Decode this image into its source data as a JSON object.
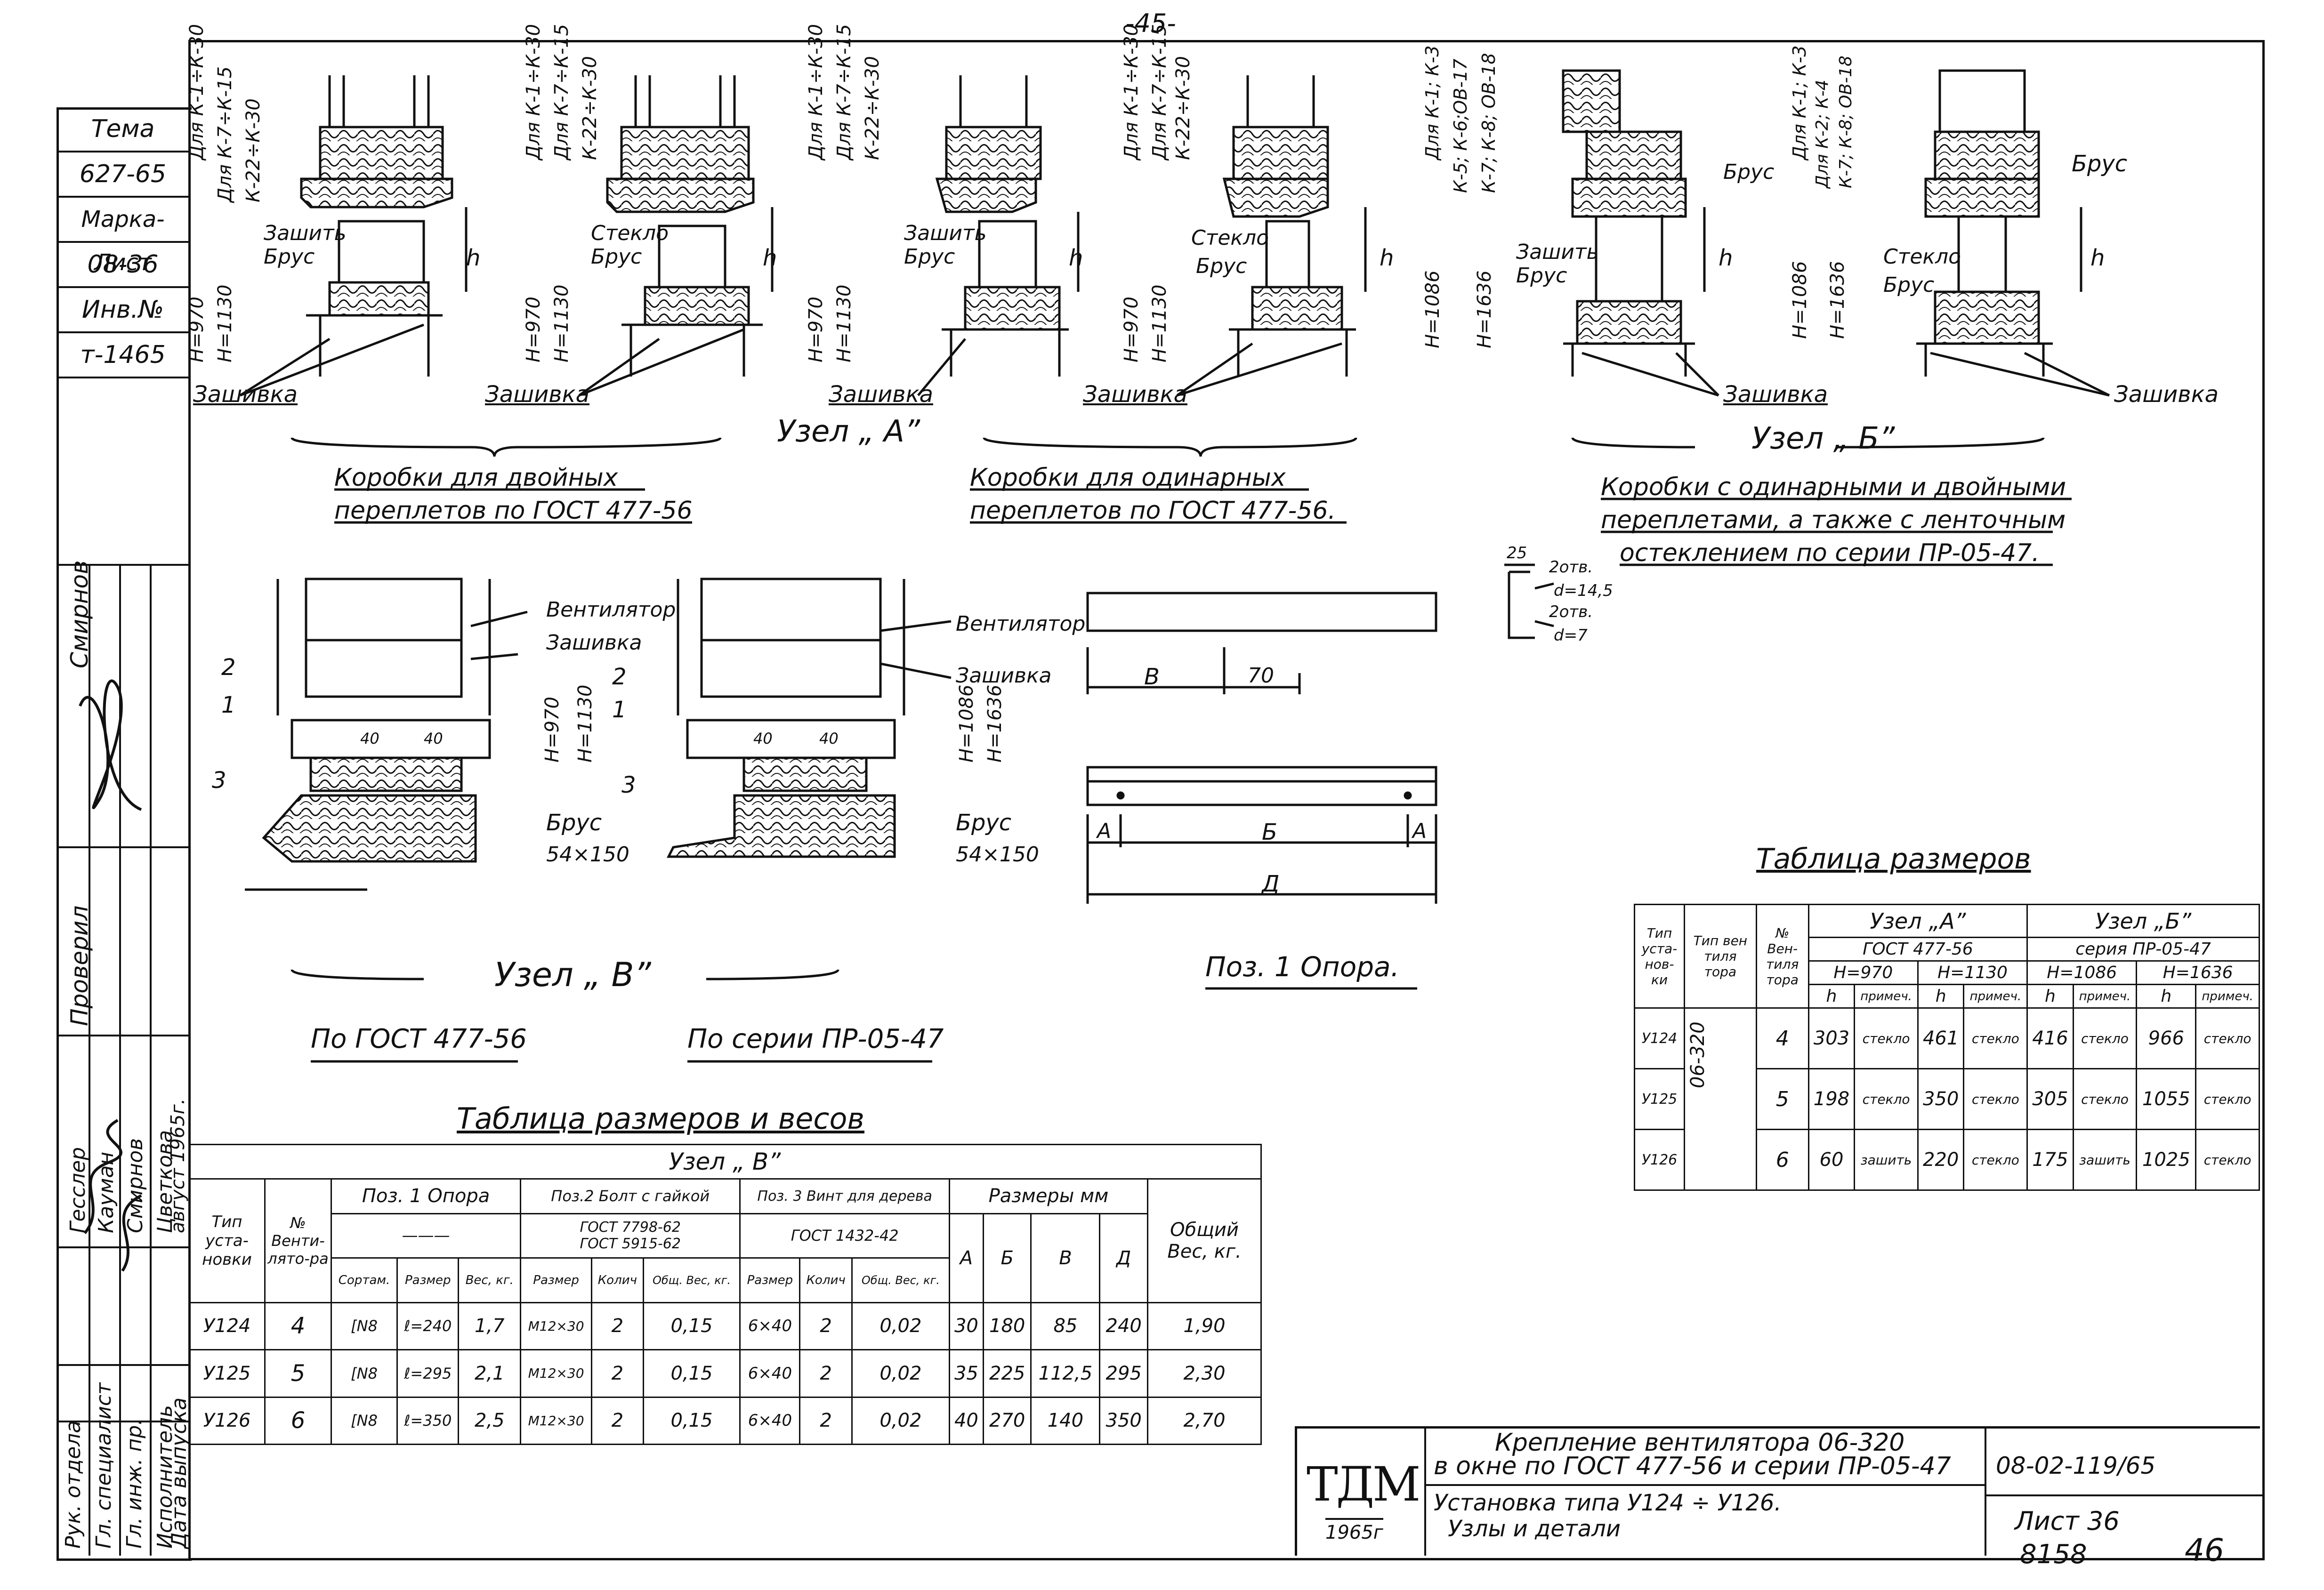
{
  "page_number_top": "-45-",
  "stamp_left": {
    "rows": [
      "Тема",
      "627-65",
      "Марка-Лист",
      "08-36",
      "Инв.№",
      "т-1465"
    ]
  },
  "sidebar_roles": [
    "Рук. отдела",
    "Гл. специалист",
    "Гл. инж. пр.",
    "Исполнитель",
    "Дата выпуска"
  ],
  "sidebar_names": [
    "Смирнов",
    "Гесслер",
    "Кауман",
    "Смирнов",
    "Цветкова",
    "август 1965г."
  ],
  "sidebar_checked": "Проверил",
  "top_views": {
    "labels": {
      "for_k1_k30": "Для К-1÷К-30",
      "for_k7_k15": "Для К-7÷К-15",
      "k22_k30": "К-22÷К-30",
      "h970": "Н=970",
      "h1130": "Н=1130",
      "h1086": "Н=1086",
      "h1636": "Н=1636",
      "for_k1_k3": "Для К-1; К-3",
      "k5_k6": "К-5; К-6;ОВ-17",
      "k7_k8": "К-7; К-8; ОВ-18",
      "for_k2_k4": "Для К-2; К-4",
      "zashit": "Зашить",
      "brus": "Брус",
      "steklo": "Стекло",
      "h": "h",
      "zashivka": "Зашивка"
    },
    "node_a": "Узел „ А”",
    "node_b": "Узел „ Б”",
    "caption_double": [
      "Коробки для двойных",
      "переплетов по ГОСТ 477-56"
    ],
    "caption_single": [
      "Коробки для одинарных",
      "переплетов по ГОСТ 477-56."
    ],
    "caption_b": [
      "Коробки с одинарными и двойными",
      "переплетами, а также с ленточным",
      "остеклением по серии ПР-05-47."
    ]
  },
  "detail_small": {
    "dim25": "25",
    "holes1": "2отв.",
    "d145": "d=14,5",
    "holes2": "2отв.",
    "d7": "d=7"
  },
  "node_v": {
    "ventilator": "Вентилятор",
    "zashivka": "Зашивка",
    "brus": "Брус",
    "brus_size": "54×150",
    "n1": "1",
    "n2": "2",
    "n3": "3",
    "d40a": "40",
    "d40b": "40",
    "h970": "Н=970",
    "h1130": "Н=1130",
    "h1086": "Н=1086",
    "h1636": "Н=1636",
    "title": "Узел „ В”",
    "by_gost": "По ГОСТ 477-56",
    "by_series": "По серии ПР-05-47"
  },
  "support": {
    "B": "В",
    "d70": "70",
    "A1": "А",
    "BB": "Б",
    "A2": "А",
    "D": "Д",
    "caption": "Поз. 1 Опора."
  },
  "table_sizes": {
    "title": "Таблица размеров",
    "h_type_inst": "Тип уста-нов-ки",
    "h_type_vent": "Тип вен тиля тора",
    "h_num_vent": "№ Вен-тиля тора",
    "h_node_a": "Узел „А”",
    "h_node_b": "Узел „Б”",
    "h_gost": "ГОСТ 477-56",
    "h_series": "серия ПР-05-47",
    "h_h970": "Н=970",
    "h_h1130": "Н=1130",
    "h_h1086": "Н=1086",
    "h_h1636": "Н=1636",
    "h_h": "h",
    "h_note": "примеч.",
    "vent_type": "06-320",
    "rows": [
      {
        "type": "У124",
        "num": "4",
        "c1": "303",
        "n1": "стекло",
        "c2": "461",
        "n2": "стекло",
        "c3": "416",
        "n3": "стекло",
        "c4": "966",
        "n4": "стекло"
      },
      {
        "type": "У125",
        "num": "5",
        "c1": "198",
        "n1": "стекло",
        "c2": "350",
        "n2": "стекло",
        "c3": "305",
        "n3": "стекло",
        "c4": "1055",
        "n4": "стекло"
      },
      {
        "type": "У126",
        "num": "6",
        "c1": "60",
        "n1": "зашить",
        "c2": "220",
        "n2": "стекло",
        "c3": "175",
        "n3": "зашить",
        "c4": "1025",
        "n4": "стекло"
      }
    ]
  },
  "table_weights": {
    "title": "Таблица размеров и весов",
    "node": "Узел „ В”",
    "h_type": "Тип уста-новки",
    "h_num": "№ Венти-лято-ра",
    "h_pos1": "Поз. 1 Опора",
    "h_pos2": "Поз.2 Болт с гайкой",
    "h_pos3": "Поз. 3 Винт для дерева",
    "h_sizes": "Размеры мм",
    "h_total": "Общий Вес, кг.",
    "dash": "———",
    "gost2a": "ГОСТ 7798-62",
    "gost2b": "ГОСТ 5915-62",
    "gost3": "ГОСТ 1432-42",
    "h_sort": "Сортам.",
    "h_size": "Размер",
    "h_w": "Вес, кг.",
    "h_size2": "Размер",
    "h_qty2": "Колич",
    "h_w2": "Общ. Вес, кг.",
    "h_size3": "Размер",
    "h_qty3": "Колич",
    "h_w3": "Общ. Вес, кг.",
    "h_A": "А",
    "h_B": "Б",
    "h_V": "В",
    "h_D": "Д",
    "rows": [
      {
        "type": "У124",
        "num": "4",
        "sort": "[N8",
        "size": "ℓ=240",
        "w": "1,7",
        "bolt": "М12×30",
        "q2": "2",
        "w2": "0,15",
        "screw": "6×40",
        "q3": "2",
        "w3": "0,02",
        "A": "30",
        "B": "180",
        "V": "85",
        "D": "240",
        "total": "1,90"
      },
      {
        "type": "У125",
        "num": "5",
        "sort": "[N8",
        "size": "ℓ=295",
        "w": "2,1",
        "bolt": "М12×30",
        "q2": "2",
        "w2": "0,15",
        "screw": "6×40",
        "q3": "2",
        "w3": "0,02",
        "A": "35",
        "B": "225",
        "V": "112,5",
        "D": "295",
        "total": "2,30"
      },
      {
        "type": "У126",
        "num": "6",
        "sort": "[N8",
        "size": "ℓ=350",
        "w": "2,5",
        "bolt": "М12×30",
        "q2": "2",
        "w2": "0,15",
        "screw": "6×40",
        "q3": "2",
        "w3": "0,02",
        "A": "40",
        "B": "270",
        "V": "140",
        "D": "350",
        "total": "2,70"
      }
    ]
  },
  "title_block": {
    "logo": "ТДМ",
    "year": "1965г",
    "line1": "Крепление вентилятора 06-320",
    "line2": "в окне по ГОСТ 477-56 и серии ПР-05-47",
    "line3": "Установка типа У124 ÷ У126.",
    "line4": "Узлы и детали",
    "code": "08-02-119/65",
    "sheet": "Лист 36"
  },
  "footer": {
    "archive": "8158",
    "page": "46"
  }
}
